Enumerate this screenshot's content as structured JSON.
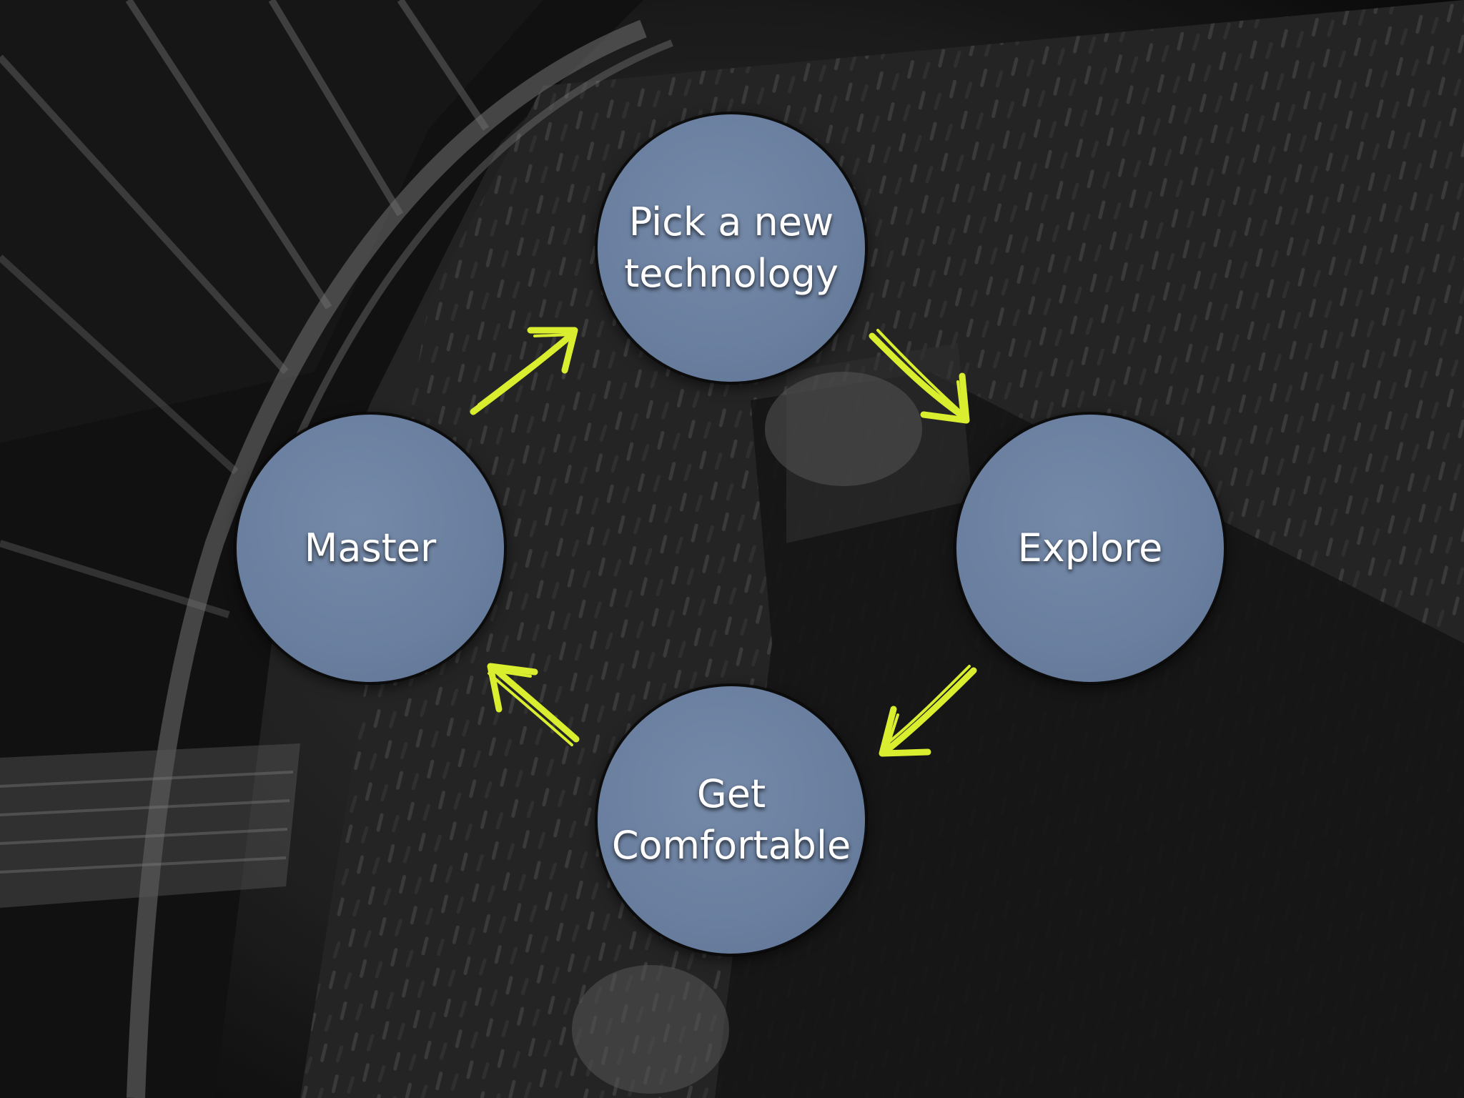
{
  "diagram": {
    "type": "cycle",
    "nodes": [
      {
        "id": "top",
        "label": "Pick a new\ntechnology"
      },
      {
        "id": "right",
        "label": "Explore"
      },
      {
        "id": "bottom",
        "label": "Get\nComfortable"
      },
      {
        "id": "left",
        "label": "Master"
      }
    ],
    "edges": [
      {
        "from": "top",
        "to": "right"
      },
      {
        "from": "right",
        "to": "bottom"
      },
      {
        "from": "bottom",
        "to": "left"
      },
      {
        "from": "left",
        "to": "top"
      }
    ],
    "colors": {
      "node_fill": "#6d82a2",
      "node_border": "#0c0c0c",
      "arrow": "#d8ee2e",
      "text": "#ffffff"
    }
  }
}
